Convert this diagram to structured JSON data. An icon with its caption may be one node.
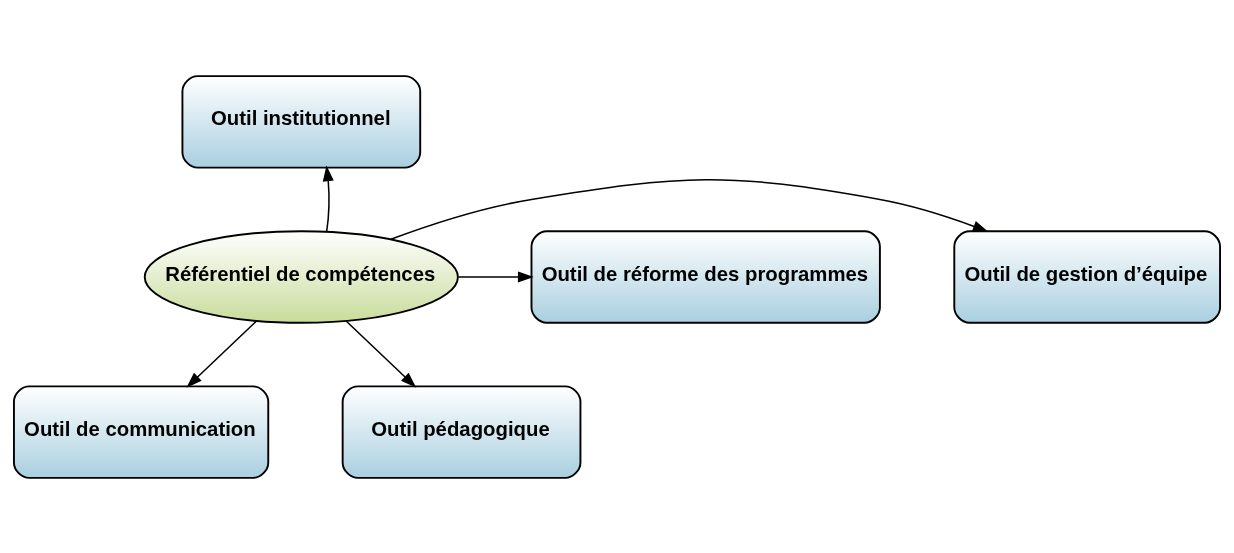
{
  "diagram": {
    "nodes": [
      {
        "text": [
          "Référentiel de compétences"
        ]
      },
      {
        "text": [
          "Outil institutionnel"
        ]
      },
      {
        "text": [
          "Outil de gestion d’équipe"
        ]
      },
      {
        "text": [
          "Outil de réforme des programmes"
        ]
      },
      {
        "text": [
          "Outil de communication"
        ]
      },
      {
        "text": [
          "Outil pédagogique"
        ]
      }
    ],
    "edges": [
      {
        "from": 0,
        "to": 1,
        "arrow": "to"
      },
      {
        "from": 0,
        "to": 2,
        "arrow": "to"
      },
      {
        "from": 0,
        "to": 3,
        "arrow": "to"
      },
      {
        "from": 0,
        "to": 4,
        "arrow": "to"
      },
      {
        "from": 0,
        "to": 5,
        "arrow": "to"
      }
    ]
  }
}
